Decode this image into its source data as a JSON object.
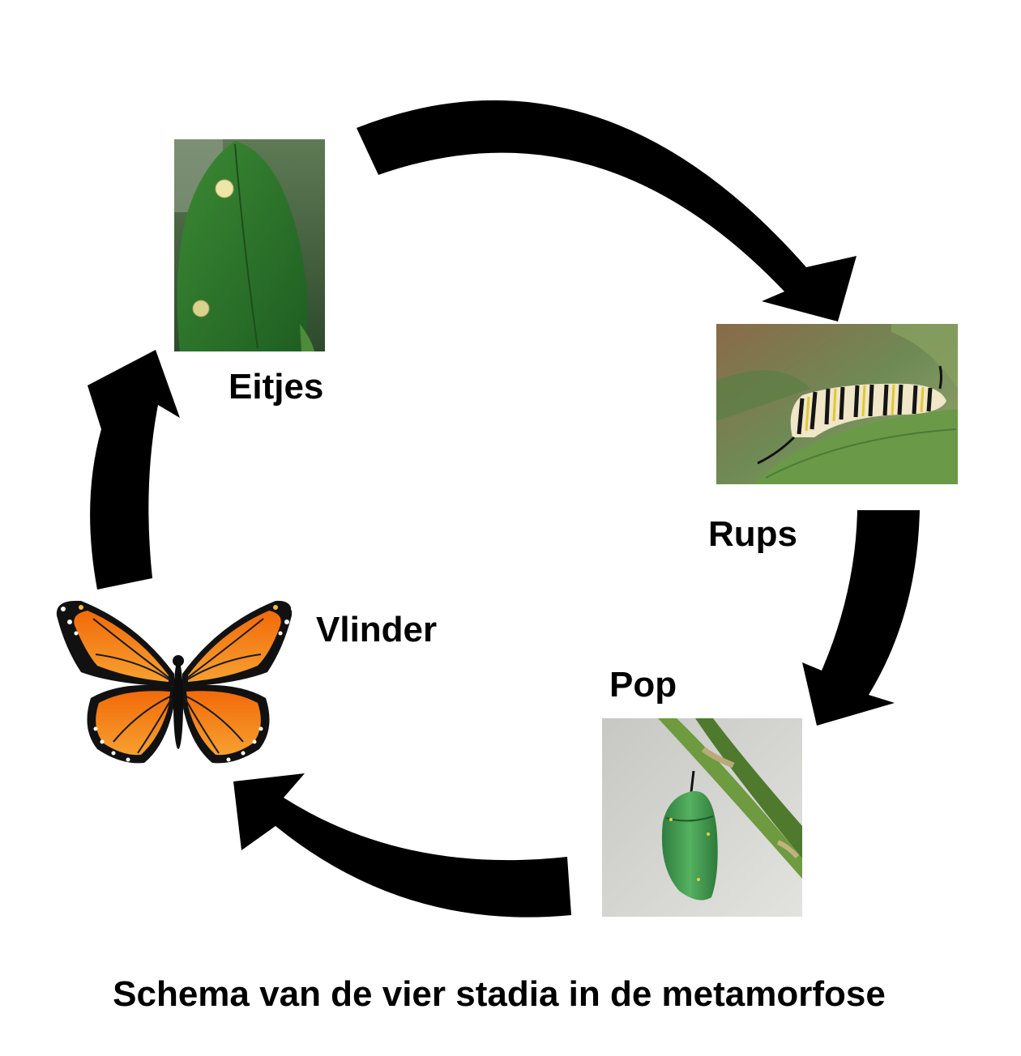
{
  "stages": {
    "egg": "Eitjes",
    "caterpillar": "Rups",
    "pupa": "Pop",
    "butterfly": "Vlinder"
  },
  "caption": "Schema van de vier stadia in de metamorfose",
  "colors": {
    "arrow": "#000000",
    "background": "#ffffff",
    "leaf": "#2f7a2a",
    "egg": "#e8e2a0",
    "chrysalis": "#3f9a4e",
    "wing_orange": "#f07d10",
    "wing_vein": "#1a1a1a"
  }
}
